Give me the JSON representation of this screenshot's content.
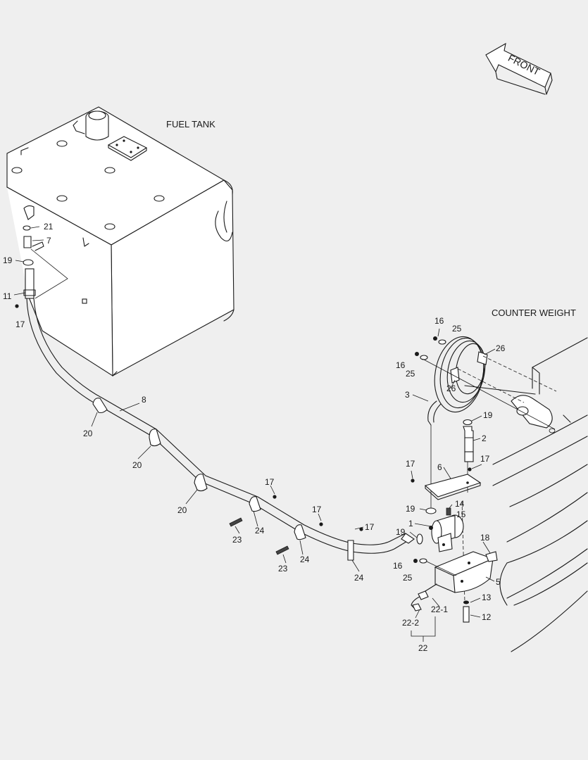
{
  "labels": {
    "front": "FRONT",
    "fuel_tank": "FUEL TANK",
    "counter_weight": "COUNTER WEIGHT"
  },
  "callouts": {
    "p1": "1",
    "p2": "2",
    "p3": "3",
    "p5": "5",
    "p6": "6",
    "p7": "7",
    "p8": "8",
    "p11": "11",
    "p12": "12",
    "p13": "13",
    "p14": "14",
    "p15": "15",
    "p16a": "16",
    "p16b": "16",
    "p16c": "16",
    "p17a": "17",
    "p17b": "17",
    "p17c": "17",
    "p17d": "17",
    "p17e": "17",
    "p17f": "17",
    "p18": "18",
    "p19a": "19",
    "p19b": "19",
    "p19c": "19",
    "p19d": "19",
    "p20a": "20",
    "p20b": "20",
    "p20c": "20",
    "p21": "21",
    "p22": "22",
    "p22_1": "22-1",
    "p22_2": "22-2",
    "p23a": "23",
    "p23b": "23",
    "p24a": "24",
    "p24b": "24",
    "p24c": "24",
    "p25a": "25",
    "p25b": "25",
    "p25c": "25",
    "p26a": "26",
    "p26b": "26"
  }
}
